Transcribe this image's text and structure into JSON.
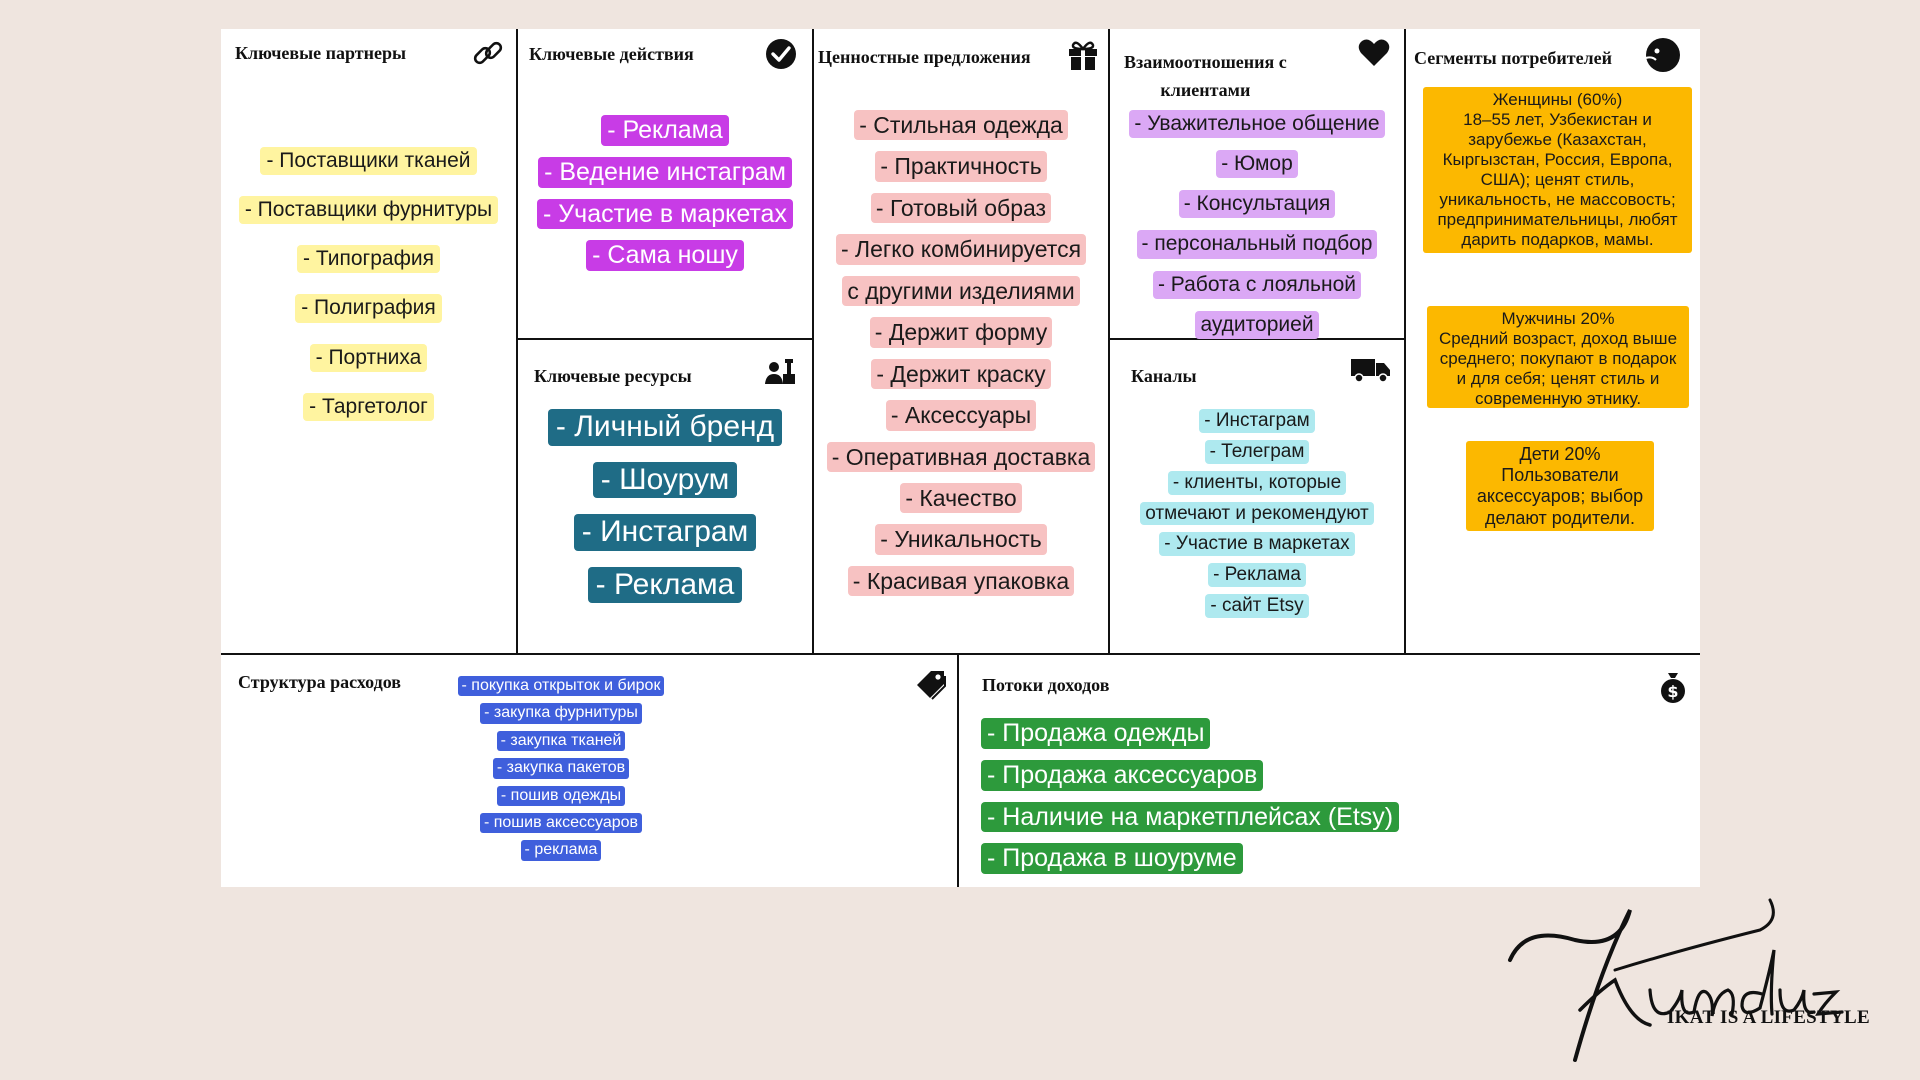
{
  "key_partners": {
    "title": "Ключевые партнеры",
    "items": [
      "- Поставщики тканей",
      "- Поставщики фурнитуры",
      "- Типография",
      "- Полиграфия",
      "- Портниха",
      "- Таргетолог"
    ]
  },
  "key_activities": {
    "title": "Ключевые действия",
    "items": [
      "- Реклама",
      "- Ведение инстаграм",
      "- Участие в маркетах",
      "- Сама ношу"
    ]
  },
  "key_resources": {
    "title": "Ключевые ресурсы",
    "items": [
      "- Личный бренд",
      "- Шоурум",
      "- Инстаграм",
      "- Реклама"
    ]
  },
  "value_propositions": {
    "title": "Ценностные предложения",
    "items": [
      "- Стильная одежда",
      "- Практичность",
      "- Готовый образ",
      "- Легко комбинируется",
      "с другими изделиями",
      "- Держит форму",
      "- Держит краску",
      "- Аксессуары",
      "- Оперативная доставка",
      "- Качество",
      "- Уникальность",
      "- Красивая упаковка"
    ]
  },
  "customer_relationships": {
    "title_line1": "Взаимоотношения с",
    "title_line2": "клиентами",
    "items": [
      "- Уважительное общение",
      "- Юмор",
      "- Консультация",
      "- персональный подбор",
      "- Работа с лояльной",
      "аудиторией"
    ]
  },
  "channels": {
    "title": "Каналы",
    "items": [
      "- Инстаграм",
      "- Телеграм",
      "- клиенты, которые",
      "отмечают и рекомендуют",
      "- Участие в маркетах",
      "- Реклама",
      "- сайт Etsy"
    ]
  },
  "customer_segments": {
    "title": "Сегменты потребителей",
    "women": [
      "Женщины (60%)",
      "18–55 лет, Узбекистан и",
      "зарубежье (Казахстан,",
      "Кыргызстан, Россия, Европа,",
      "США); ценят стиль,",
      "уникальность, не массовость;",
      "предпринимательницы, любят",
      "дарить подарков, мамы."
    ],
    "men": [
      "Мужчины 20%",
      "Средний возраст, доход выше",
      "среднего; покупают в подарок",
      "и для себя; ценят стиль и",
      "современную этнику."
    ],
    "kids": [
      "Дети 20%",
      "Пользователи",
      "аксессуаров; выбор",
      "делают родители."
    ]
  },
  "cost_structure": {
    "title": "Структура расходов",
    "items": [
      "- покупка открыток и бирок",
      "- закупка фурнитуры",
      "- закупка тканей",
      "- закупка пакетов",
      "- пошив одежды",
      "- пошив аксессуаров",
      "- реклама"
    ]
  },
  "revenue_streams": {
    "title": "Потоки доходов",
    "items": [
      "- Продажа одежды",
      "- Продажа аксессуаров",
      "- Наличие на маркетплейсах (Etsy)",
      "- Продажа в шоуруме"
    ]
  },
  "logo": {
    "brand": "Kunduz",
    "tagline": "IKAT IS A LIFESTYLE"
  },
  "icons": {
    "partners": "link-icon",
    "activities": "check-circle-icon",
    "value": "gift-icon",
    "relations": "heart-icon",
    "segments": "face-icon",
    "resources": "worker-icon",
    "channels": "truck-icon",
    "costs": "price-tag-icon",
    "revenue": "money-bag-icon"
  },
  "colors": {
    "background": "#efe5df",
    "partners": "#fff4a0",
    "activities": "#c83ce6",
    "resources": "#1f6c86",
    "value": "#f7c2c2",
    "relations": "#dba8f5",
    "channels": "#aee9ef",
    "segments": "#fcb800",
    "costs": "#3f5fdc",
    "revenue": "#2d9a3c"
  }
}
